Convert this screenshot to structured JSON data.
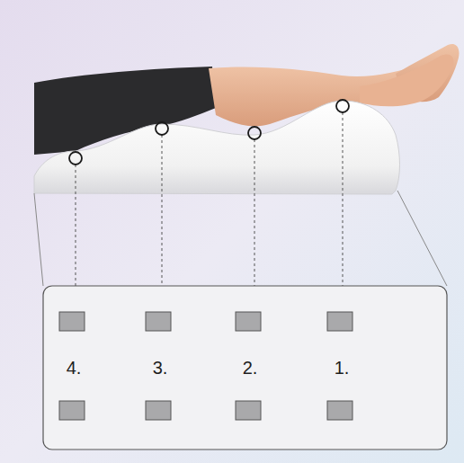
{
  "diagram": {
    "labels": [
      "4.",
      "3.",
      "2.",
      "1."
    ]
  }
}
